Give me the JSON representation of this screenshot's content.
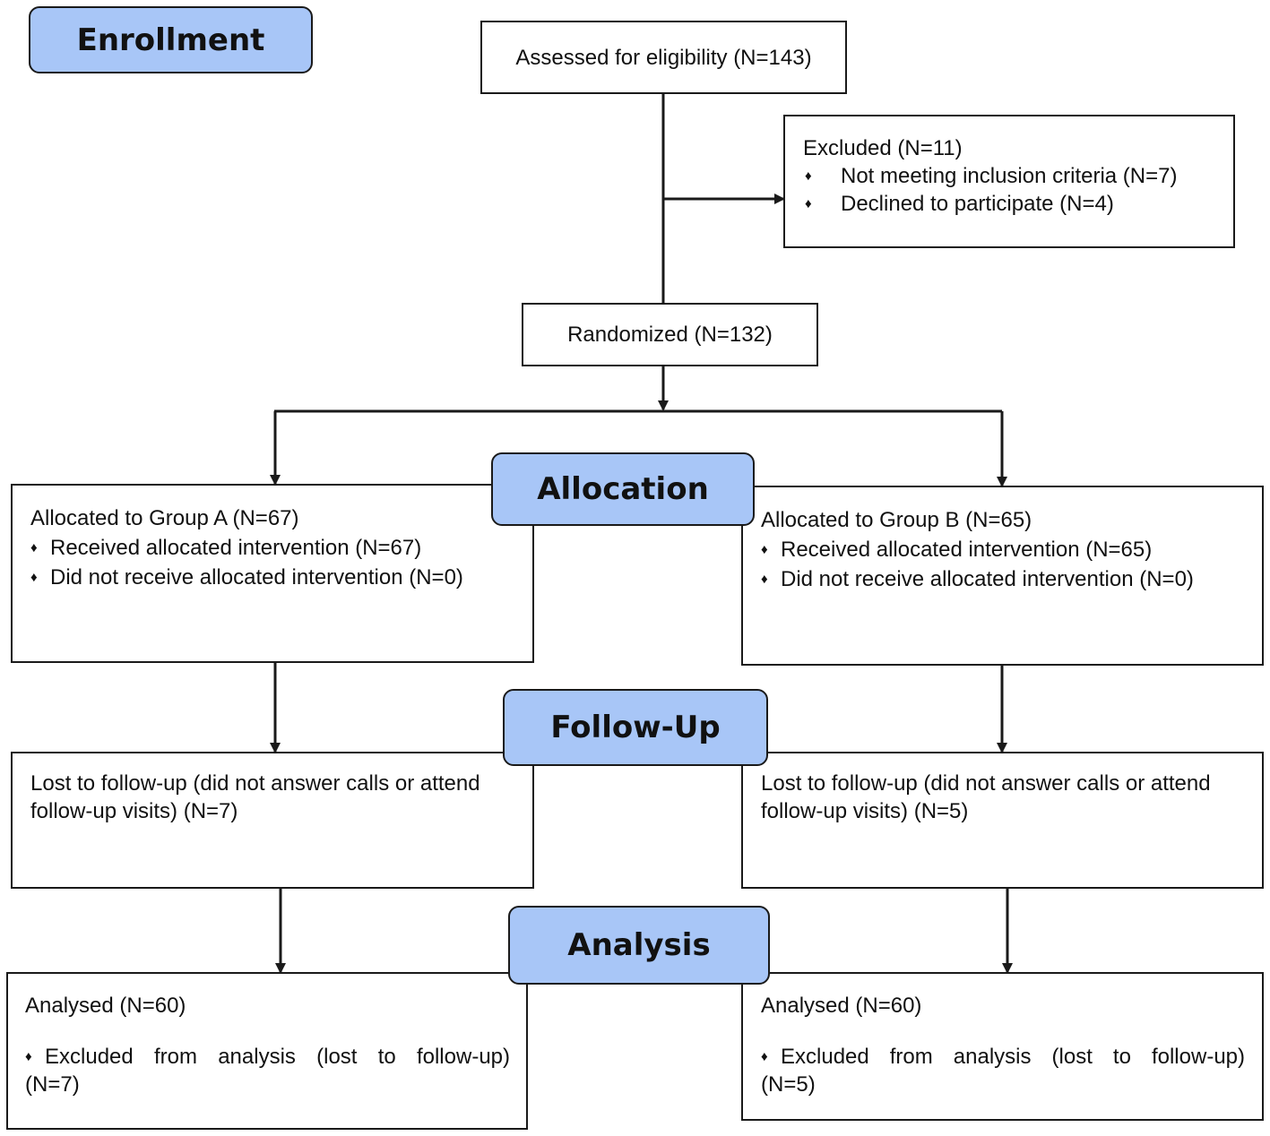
{
  "stages": {
    "enrollment": "Enrollment",
    "allocation": "Allocation",
    "followup": "Follow-Up",
    "analysis": "Analysis"
  },
  "bullet_icon": "diamond-bullet-icon",
  "colors": {
    "stage_fill": "#a8c6f7",
    "stroke": "#1a1a1a"
  },
  "assessed": "Assessed for eligibility (N=143)",
  "excluded": {
    "title": "Excluded (N=11)",
    "items": [
      "Not meeting inclusion criteria (N=7)",
      "Declined to participate (N=4)"
    ]
  },
  "randomized": "Randomized (N=132)",
  "group_a": {
    "allocation": {
      "title": "Allocated to Group A (N=67)",
      "items": [
        "Received allocated intervention (N=67)",
        "Did not receive allocated intervention (N=0)"
      ]
    },
    "followup": {
      "line1": "Lost to follow-up (did not answer calls or attend",
      "line2": "follow-up visits) (N=7)"
    },
    "analysis": {
      "title": "Analysed (N=60)",
      "excluded_line1": "Excluded from analysis (lost to follow-up)",
      "excluded_line2": "(N=7)"
    }
  },
  "group_b": {
    "allocation": {
      "title": "Allocated to Group B (N=65)",
      "items": [
        "Received allocated intervention (N=65)",
        "Did not receive allocated intervention (N=0)"
      ]
    },
    "followup": {
      "line1": "Lost to follow-up (did not answer calls or attend",
      "line2": "follow-up visits) (N=5)"
    },
    "analysis": {
      "title": "Analysed (N=60)",
      "excluded_line1": "Excluded from analysis (lost to follow-up)",
      "excluded_line2": "(N=5)"
    }
  }
}
